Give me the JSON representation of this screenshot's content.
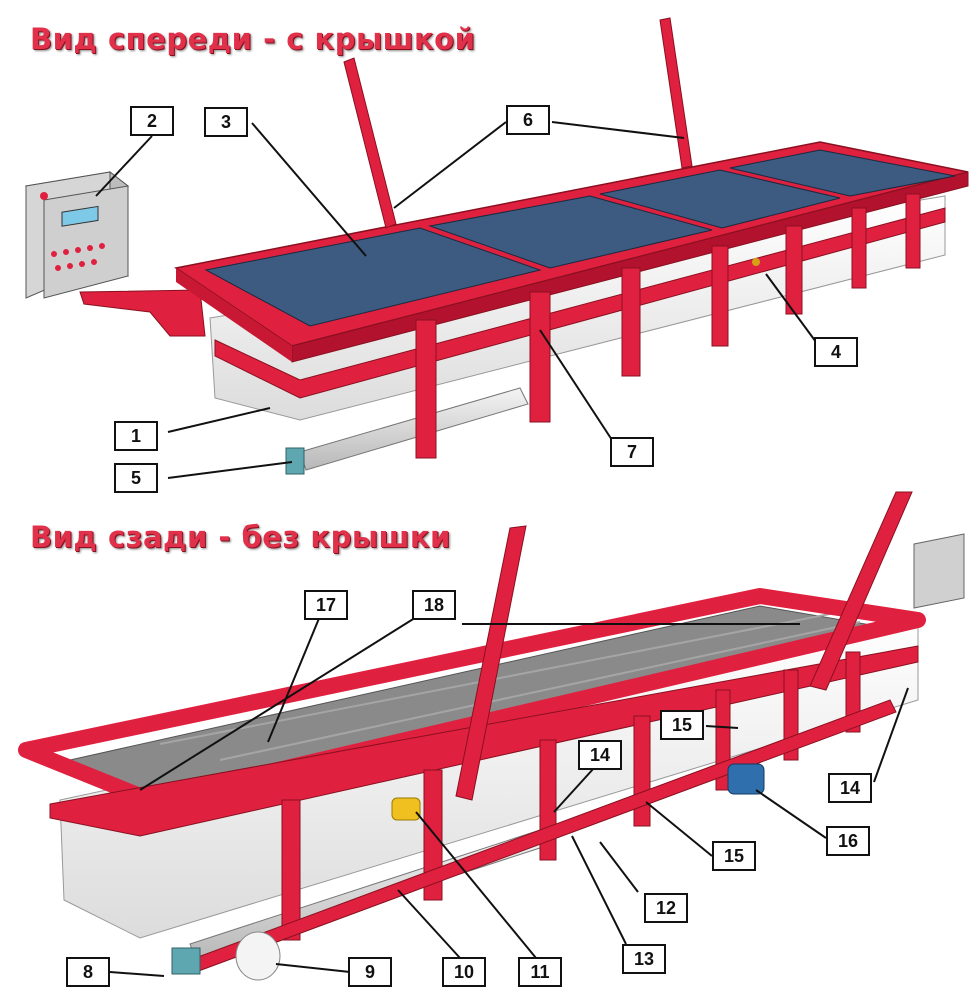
{
  "titles": {
    "front": "Вид спереди - с крышкой",
    "back": "Вид сзади - без крышки"
  },
  "callouts": {
    "c1": "1",
    "c2": "2",
    "c3": "3",
    "c4": "4",
    "c5": "5",
    "c6": "6",
    "c7": "7",
    "c8": "8",
    "c9": "9",
    "c10": "10",
    "c11": "11",
    "c12": "12",
    "c13": "13",
    "c14a": "14",
    "c14b": "14",
    "c15a": "15",
    "c15b": "15",
    "c16": "16",
    "c17": "17",
    "c18": "18"
  },
  "colors": {
    "frame_red": "#e0203f",
    "glass_blue": "#3d5a80",
    "tray_gray": "#8a8a8a",
    "tank_white": "#f2f2f2",
    "title_red": "#e0304a"
  }
}
